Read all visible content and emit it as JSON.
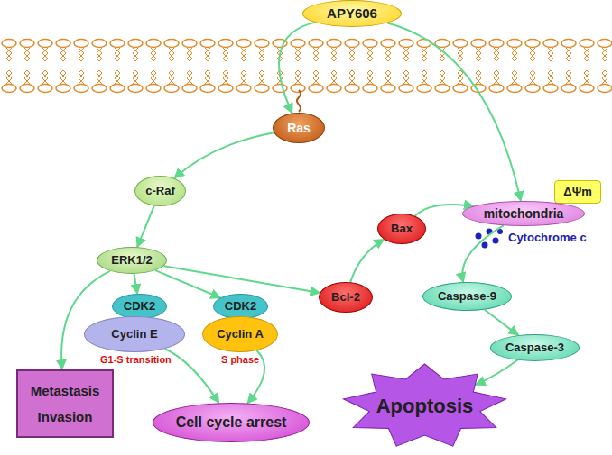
{
  "diagram": {
    "nodes": [
      {
        "text": [
          "APY606"
        ]
      },
      {
        "text": [
          "Ras"
        ]
      },
      {
        "text": [
          "c-Raf"
        ]
      },
      {
        "text": [
          "ΔΨm"
        ]
      },
      {
        "text": [
          "mitochondria"
        ]
      },
      {
        "text": [
          "Bax"
        ]
      },
      {
        "text": [
          "ERK1/2"
        ]
      },
      {
        "text": [
          "CDK2"
        ]
      },
      {
        "text": [
          "Cyclin E"
        ]
      },
      {
        "text": [
          "CDK2"
        ]
      },
      {
        "text": [
          "Cyclin A"
        ]
      },
      {
        "text": [
          "Bcl-2"
        ]
      },
      {
        "text": [
          "Caspase-9"
        ]
      },
      {
        "text": [
          "Caspase-3"
        ]
      },
      {
        "text": [
          "Metastasis",
          "Invasion"
        ]
      },
      {
        "text": [
          "Cell cycle arrest"
        ]
      },
      {
        "text": [
          "Apoptosis"
        ]
      }
    ],
    "edges": [
      {
        "from": 0,
        "to": 1,
        "arrow": "to"
      },
      {
        "from": 0,
        "to": 4,
        "arrow": "to"
      },
      {
        "from": 1,
        "to": 2,
        "arrow": "to"
      },
      {
        "from": 2,
        "to": 6,
        "arrow": "to"
      },
      {
        "from": 6,
        "to": 14,
        "arrow": "to"
      },
      {
        "from": 6,
        "to": 7,
        "arrow": "to"
      },
      {
        "from": 6,
        "to": 9,
        "arrow": "to"
      },
      {
        "from": 6,
        "to": 11,
        "arrow": "to"
      },
      {
        "from": 11,
        "to": 5,
        "arrow": "to"
      },
      {
        "from": 5,
        "to": 4,
        "arrow": "to"
      },
      {
        "from": 4,
        "to": 12,
        "arrow": "to"
      },
      {
        "from": 12,
        "to": 13,
        "arrow": "to"
      },
      {
        "from": 13,
        "to": 16,
        "arrow": "to"
      },
      {
        "from": 8,
        "to": 15,
        "arrow": "to"
      },
      {
        "from": 10,
        "to": 15,
        "arrow": "to"
      }
    ],
    "labels": [
      "G1-S transition",
      "S phase",
      "Cytochrome c"
    ]
  }
}
